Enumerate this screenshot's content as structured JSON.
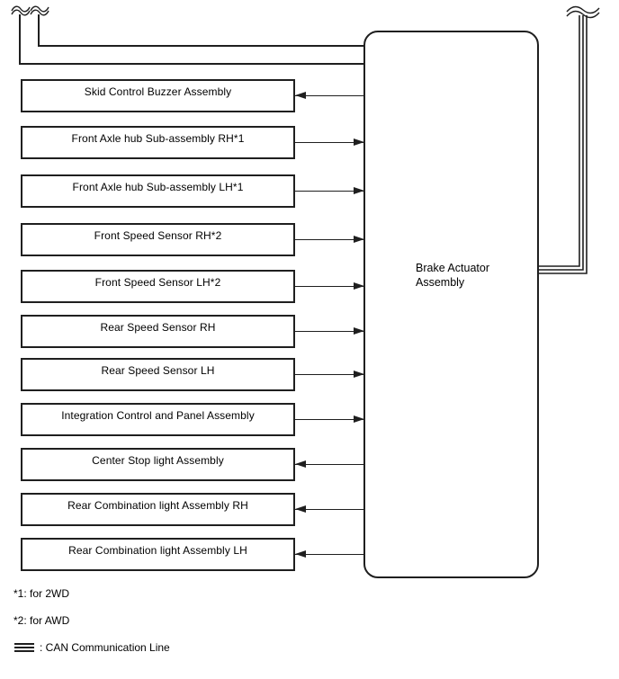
{
  "diagram": {
    "actuator": {
      "label": "Brake Actuator Assembly"
    },
    "components": [
      {
        "label": "Skid Control Buzzer Assembly",
        "direction": "from-actuator"
      },
      {
        "label": "Front Axle hub Sub-assembly RH*1",
        "direction": "to-actuator"
      },
      {
        "label": "Front Axle hub Sub-assembly LH*1",
        "direction": "to-actuator"
      },
      {
        "label": "Front Speed Sensor RH*2",
        "direction": "to-actuator"
      },
      {
        "label": "Front Speed Sensor LH*2",
        "direction": "to-actuator"
      },
      {
        "label": "Rear Speed Sensor RH",
        "direction": "to-actuator"
      },
      {
        "label": "Rear Speed Sensor LH",
        "direction": "to-actuator"
      },
      {
        "label": "Integration Control and Panel Assembly",
        "direction": "to-actuator"
      },
      {
        "label": "Center Stop light Assembly",
        "direction": "from-actuator"
      },
      {
        "label": "Rear Combination light Assembly RH",
        "direction": "from-actuator"
      },
      {
        "label": "Rear Combination light Assembly LH",
        "direction": "from-actuator"
      }
    ],
    "footnotes": [
      "*1: for 2WD",
      "*2: for AWD"
    ],
    "legend": {
      "symbol": "can-communication-line",
      "label": ": CAN Communication Line"
    }
  },
  "colors": {
    "line": "#1f1f1f",
    "text": "#000000",
    "background": "#ffffff"
  }
}
